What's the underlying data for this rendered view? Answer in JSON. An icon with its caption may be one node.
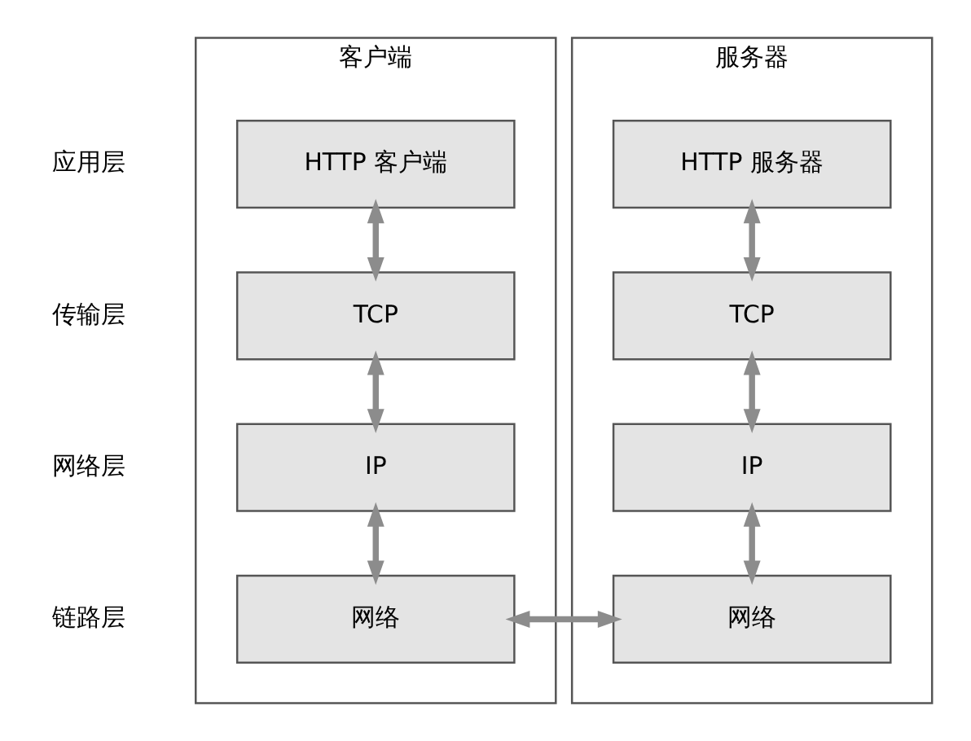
{
  "diagram": {
    "nodes": [
      {
        "text": [
          "客户端"
        ]
      },
      {
        "text": [
          "HTTP 客户端"
        ],
        "in": 0
      },
      {
        "text": [
          "TCP"
        ],
        "in": 0
      },
      {
        "text": [
          "IP"
        ],
        "in": 0
      },
      {
        "text": [
          "网络"
        ],
        "in": 0
      },
      {
        "text": [
          "服务器"
        ]
      },
      {
        "text": [
          "HTTP 服务器"
        ],
        "in": 5
      },
      {
        "text": [
          "TCP"
        ],
        "in": 5
      },
      {
        "text": [
          "IP"
        ],
        "in": 5
      },
      {
        "text": [
          "网络"
        ],
        "in": 5
      }
    ],
    "edges": [
      {
        "from": 1,
        "to": 2,
        "arrow": "both"
      },
      {
        "from": 2,
        "to": 3,
        "arrow": "both"
      },
      {
        "from": 3,
        "to": 4,
        "arrow": "both"
      },
      {
        "from": 6,
        "to": 7,
        "arrow": "both"
      },
      {
        "from": 7,
        "to": 8,
        "arrow": "both"
      },
      {
        "from": 8,
        "to": 9,
        "arrow": "both"
      },
      {
        "from": 4,
        "to": 9,
        "arrow": "both"
      }
    ],
    "labels": [
      "应用层",
      "传输层",
      "网络层",
      "链路层"
    ]
  }
}
